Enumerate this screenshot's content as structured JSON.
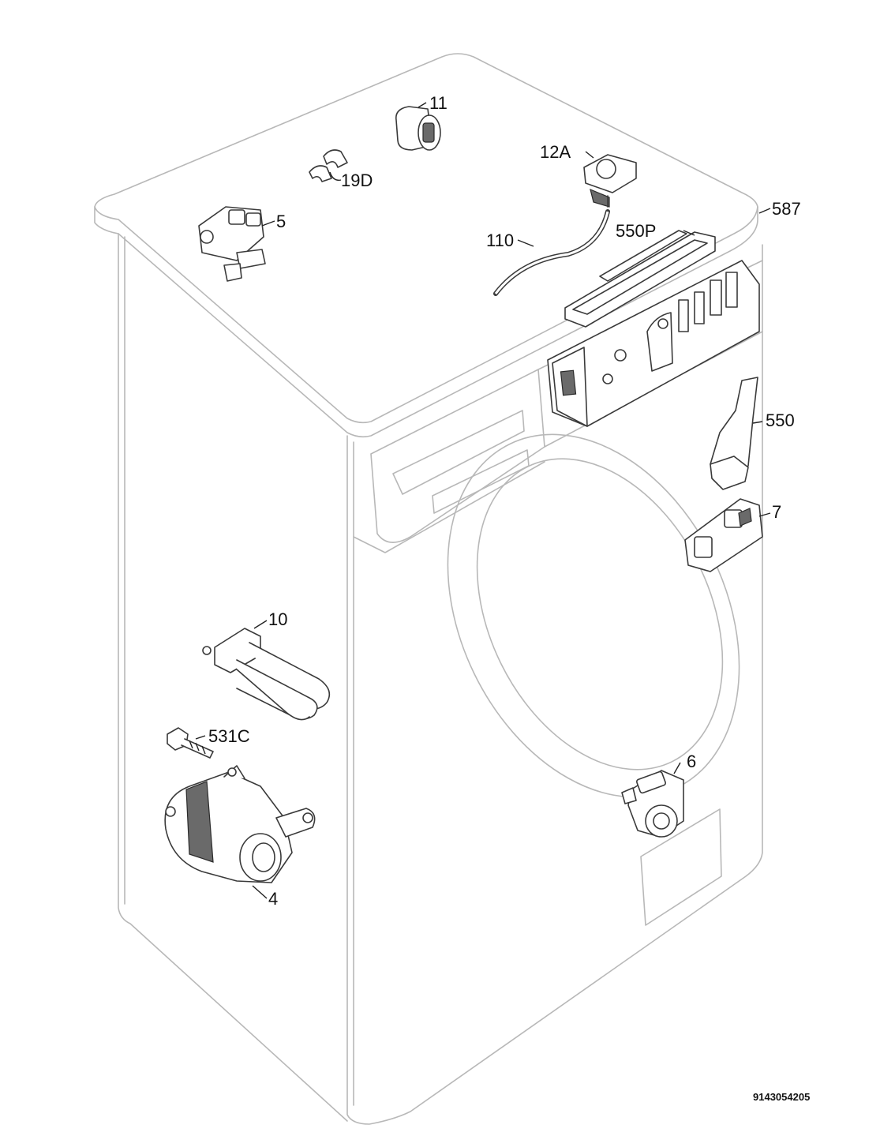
{
  "labels": {
    "p11": "11",
    "p12a": "12A",
    "p19d": "19D",
    "p5": "5",
    "p110": "110",
    "p550p": "550P",
    "p587": "587",
    "p550": "550",
    "p7": "7",
    "p10": "10",
    "p531c": "531C",
    "p6": "6",
    "p4": "4"
  },
  "document_code": "9143054205"
}
